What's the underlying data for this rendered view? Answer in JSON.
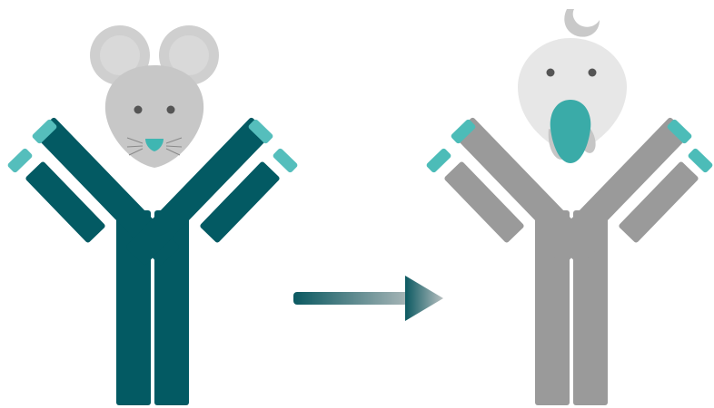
{
  "diagram": {
    "left": {
      "animal": "mouse",
      "antibody": "mouse-antibody"
    },
    "right": {
      "animal": "chicken",
      "antibody": "chicken-antibody"
    },
    "arrow": "conversion-arrow"
  },
  "colors": {
    "mouse_antibody": "#035a63",
    "mouse_tips": "#55bebc",
    "chicken_antibody": "#9a9a9a",
    "chicken_tips": "#4cbcb8",
    "mouse_head": "#c7c7c7",
    "mouse_ear": "#cfcfcf",
    "mouse_ear_inner": "#d9d9d9",
    "mouse_nose": "#3fb6b2",
    "chicken_head": "#e7e7e7",
    "chicken_beak": "#3aaba8",
    "chicken_wattle": "#c6c6c6",
    "chicken_comb": "#c9c9c9",
    "eye": "#555555",
    "arrow_start": "#0b5961",
    "arrow_end": "#b9c0c1",
    "background": "#ffffff"
  }
}
